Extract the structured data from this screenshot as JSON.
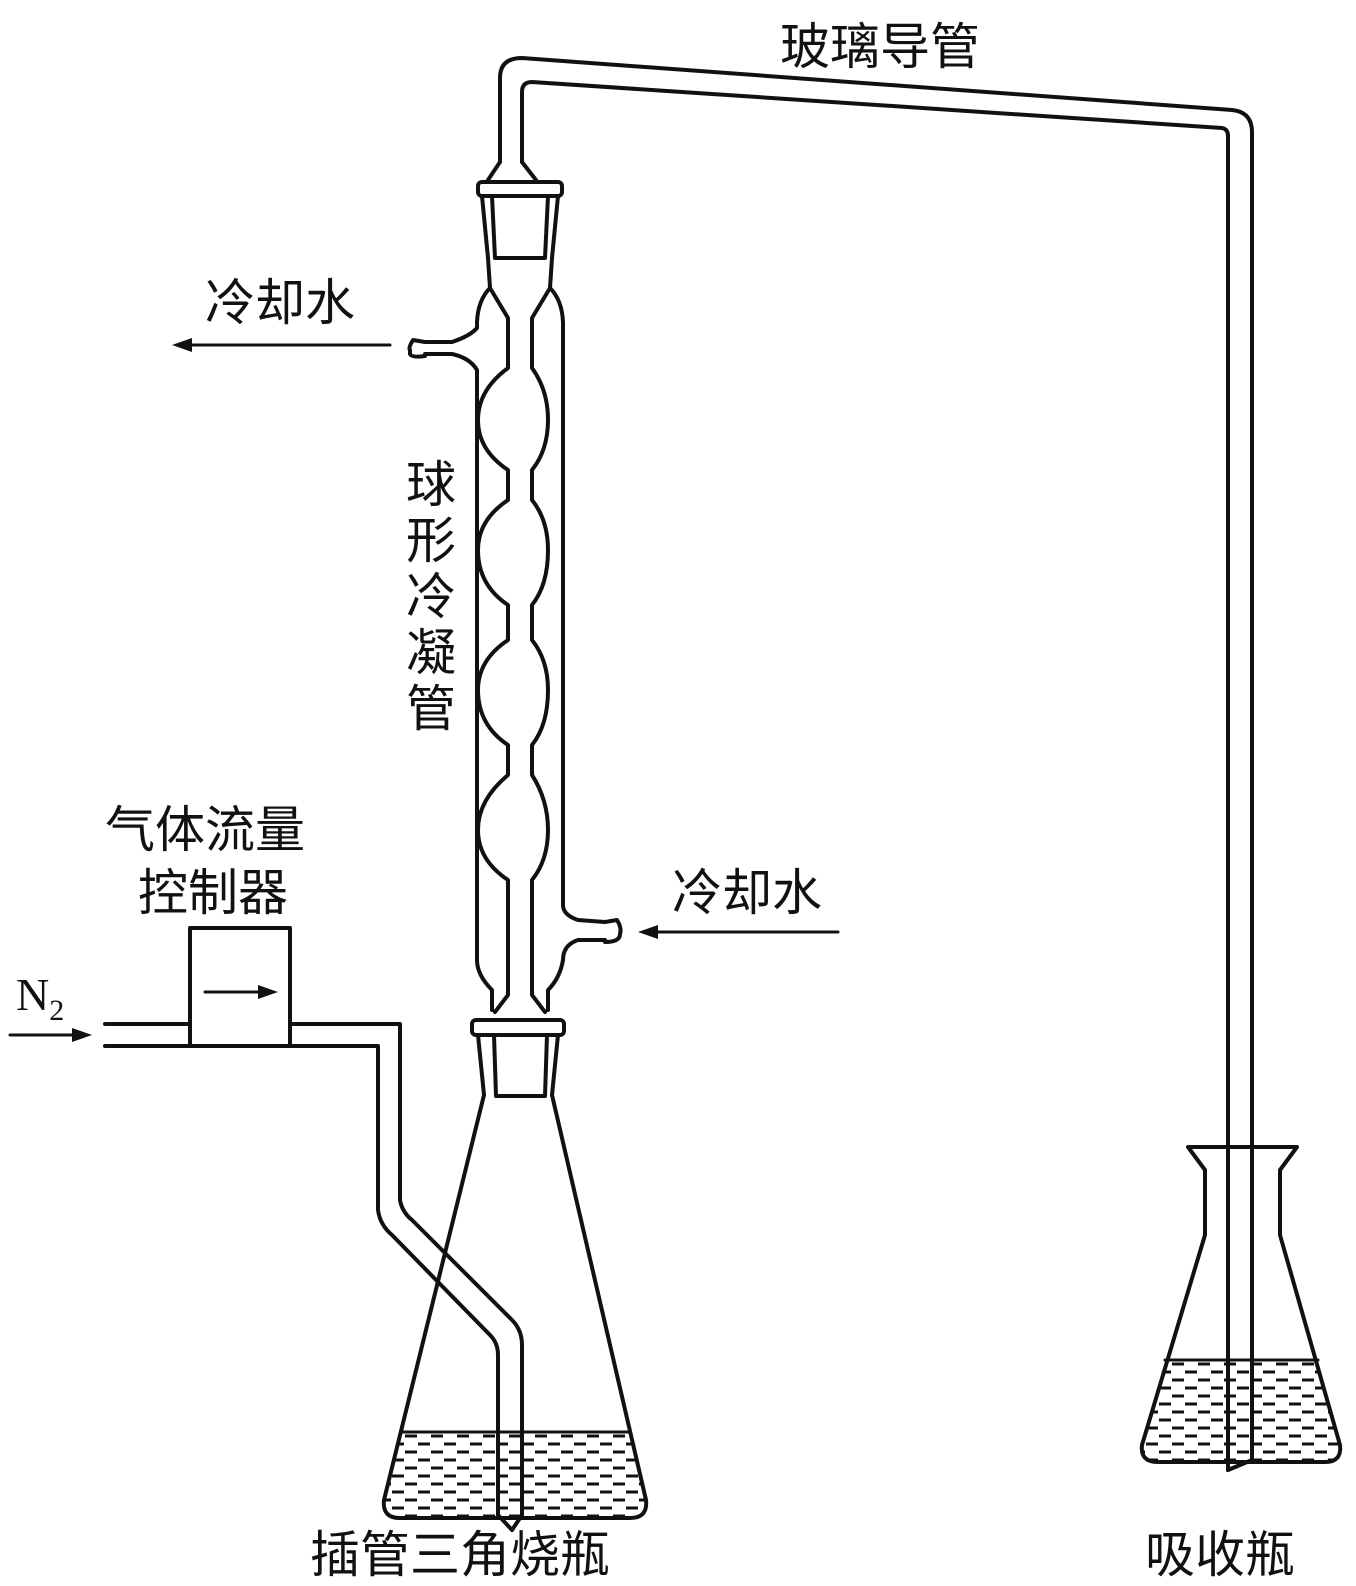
{
  "labels": {
    "glass_tube": "玻璃导管",
    "cooling_water_out": "冷却水",
    "cooling_water_in": "冷却水",
    "condenser": "球形冷凝管",
    "flow_controller_line1": "气体流量",
    "flow_controller_line2": "控制器",
    "gas_symbol": "N",
    "gas_subscript": "2",
    "reaction_flask": "插管三角烧瓶",
    "absorption_bottle": "吸收瓶"
  },
  "colors": {
    "stroke": "#111111",
    "background": "#ffffff"
  }
}
